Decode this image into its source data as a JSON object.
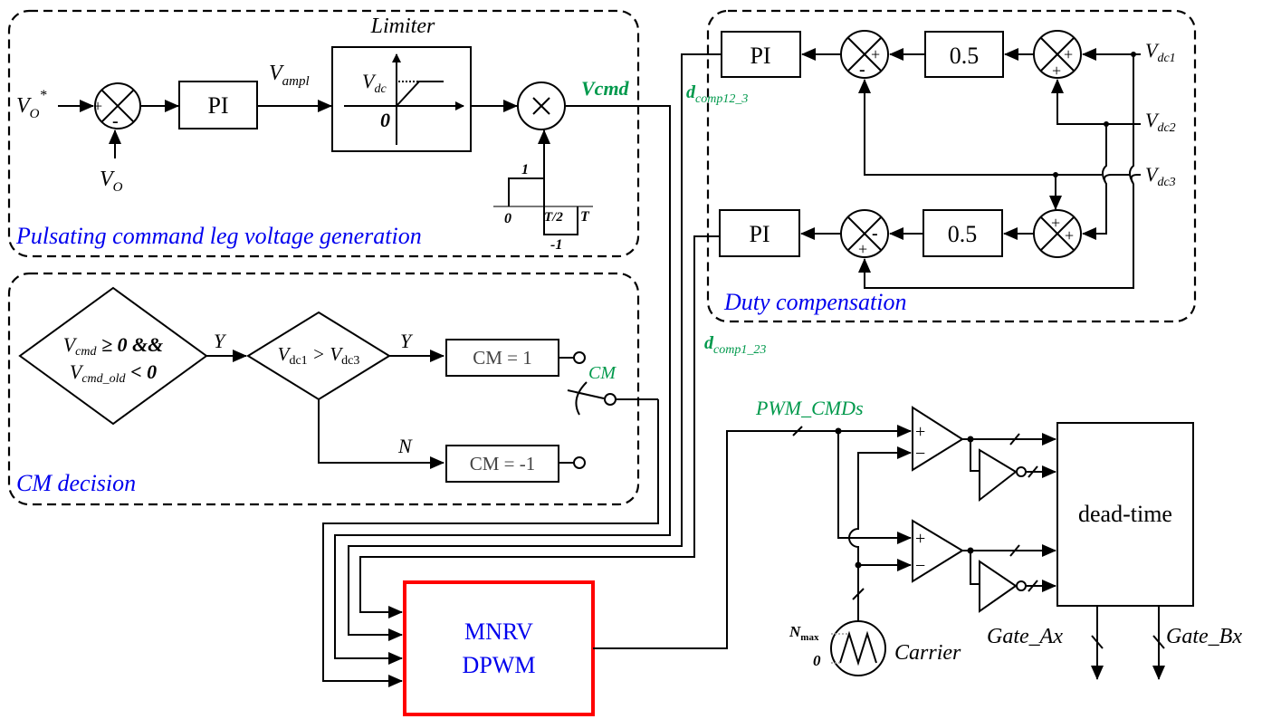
{
  "pulsating": {
    "title": "Pulsating command leg voltage generation",
    "limiter_title": "Limiter",
    "vo_ref": "V",
    "vo_ref_sub": "O",
    "vo_ref_sup": "*",
    "vo": "V",
    "vo_sub": "O",
    "pi": "PI",
    "vampl": "V",
    "vampl_sub": "ampl",
    "limiter_vdc": "V",
    "limiter_vdc_sub": "dc",
    "limiter_zero": "0",
    "sum_plus": "+",
    "sum_minus": "-",
    "vcmd": "Vcmd",
    "wave_one": "1",
    "wave_zero": "0",
    "wave_half": "T/2",
    "wave_T": "T",
    "wave_neg": "-1"
  },
  "cm_decision": {
    "title": "CM decision",
    "cond1_a": "V",
    "cond1_a_sub": "cmd",
    "cond1_a_rest": " ≥  0 &&",
    "cond1_b": "V",
    "cond1_b_sub": "cmd_old",
    "cond1_b_rest": " < 0",
    "cond2": "V",
    "cond2_sub1": "dc1",
    "cond2_mid": " > V",
    "cond2_sub2": "dc3",
    "yes1": "Y",
    "yes2": "Y",
    "no": "N",
    "cm_pos": "CM = 1",
    "cm_neg": "CM = -1",
    "switch_label": "CM"
  },
  "duty": {
    "title": "Duty compensation",
    "pi_top": "PI",
    "pi_bottom": "PI",
    "gain_top": "0.5",
    "gain_bottom": "0.5",
    "vdc1": "V",
    "vdc1_sub": "dc1",
    "vdc2": "V",
    "vdc2_sub": "dc2",
    "vdc3": "V",
    "vdc3_sub": "dc3",
    "d12": "d",
    "d12_sub": "comp12_3",
    "d1": "d",
    "d1_sub": "comp1_23",
    "plus": "+",
    "minus": "-"
  },
  "mnrv": {
    "line1": "MNRV",
    "line2": "DPWM"
  },
  "pwm": {
    "cmds": "PWM_CMDs",
    "plus": "+",
    "minus": "−",
    "dead_time": "dead-time",
    "nmax": "N",
    "nmax_sub": "max",
    "zero": "0",
    "carrier": "Carrier",
    "gate_a": "Gate_Ax",
    "gate_b": "Gate_Bx"
  },
  "colors": {
    "label_blue": "#0000ee",
    "signal_green": "#00994c",
    "highlight_red": "#ff0000"
  }
}
